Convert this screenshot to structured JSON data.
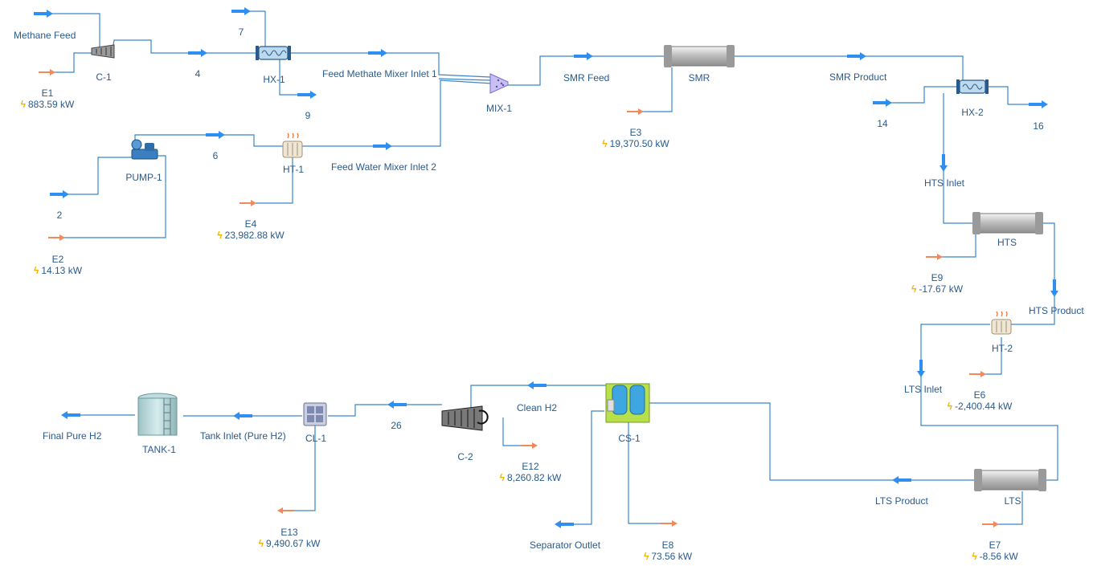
{
  "colors": {
    "stream_line": "#3a86c8",
    "material_arrow": "#2f8ff0",
    "energy_arrow": "#f08a5d",
    "label_text": "#2a5a8c",
    "bolt": "#f0b400"
  },
  "equipment": {
    "c1": "C-1",
    "hx1": "HX-1",
    "mix1": "MIX-1",
    "smr": "SMR",
    "hx2": "HX-2",
    "pump1": "PUMP-1",
    "ht1": "HT-1",
    "hts": "HTS",
    "ht2": "HT-2",
    "lts": "LTS",
    "cs1": "CS-1",
    "c2": "C-2",
    "cl1": "CL-1",
    "tank1": "TANK-1"
  },
  "streams": {
    "methane_feed": "Methane Feed",
    "s7": "7",
    "s4": "4",
    "s9": "9",
    "feed_methane_mixer_inlet_1": "Feed Methate Mixer Inlet 1",
    "smr_feed": "SMR Feed",
    "smr_product": "SMR Product",
    "s14": "14",
    "s16": "16",
    "s6": "6",
    "s2": "2",
    "feed_water_mixer_inlet_2": "Feed Water Mixer Inlet 2",
    "hts_inlet": "HTS Inlet",
    "hts_product": "HTS Product",
    "lts_inlet": "LTS Inlet",
    "lts_product": "LTS Product",
    "clean_h2": "Clean H2",
    "s26": "26",
    "tank_inlet": "Tank Inlet (Pure H2)",
    "final_pure_h2": "Final Pure H2",
    "separator_outlet": "Separator Outlet"
  },
  "energy_streams": {
    "e1": {
      "name": "E1",
      "value": "883.59 kW"
    },
    "e2": {
      "name": "E2",
      "value": "14.13 kW"
    },
    "e3": {
      "name": "E3",
      "value": "19,370.50 kW"
    },
    "e4": {
      "name": "E4",
      "value": "23,982.88 kW"
    },
    "e6": {
      "name": "E6",
      "value": "-2,400.44 kW"
    },
    "e7": {
      "name": "E7",
      "value": "-8.56 kW"
    },
    "e8": {
      "name": "E8",
      "value": "73.56 kW"
    },
    "e9": {
      "name": "E9",
      "value": "-17.67 kW"
    },
    "e12": {
      "name": "E12",
      "value": "8,260.82 kW"
    },
    "e13": {
      "name": "E13",
      "value": "9,490.67 kW"
    }
  },
  "icons": {
    "material_arrow": "arrow-icon",
    "energy_arrow": "energy-arrow-icon",
    "energy_bolt": "lightning-bolt-icon"
  }
}
